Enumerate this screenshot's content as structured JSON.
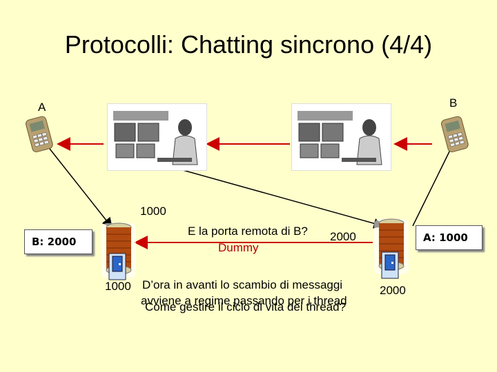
{
  "slide": {
    "title": "Protocolli: Chatting sincrono (4/4)",
    "label_a": "A",
    "label_b": "B",
    "port_top": "1000",
    "question": "E la porta remota di B?",
    "dummy": "Dummy",
    "port_mid": "2000",
    "port_left_bottom": "1000",
    "port_right_bottom": "2000",
    "box_left": "B: 2000",
    "box_right": "A: 1000",
    "overlap_text_1": "D’ora in avanti lo scambio di messaggi",
    "overlap_text_2": "avviene a regime passando per i thread",
    "overlap_text_3": "Come gestire il ciclo di vita dei thread?"
  },
  "colors": {
    "background": "#ffffcc",
    "arrow_red": "#cc0000",
    "dummy_red": "#b30000"
  }
}
